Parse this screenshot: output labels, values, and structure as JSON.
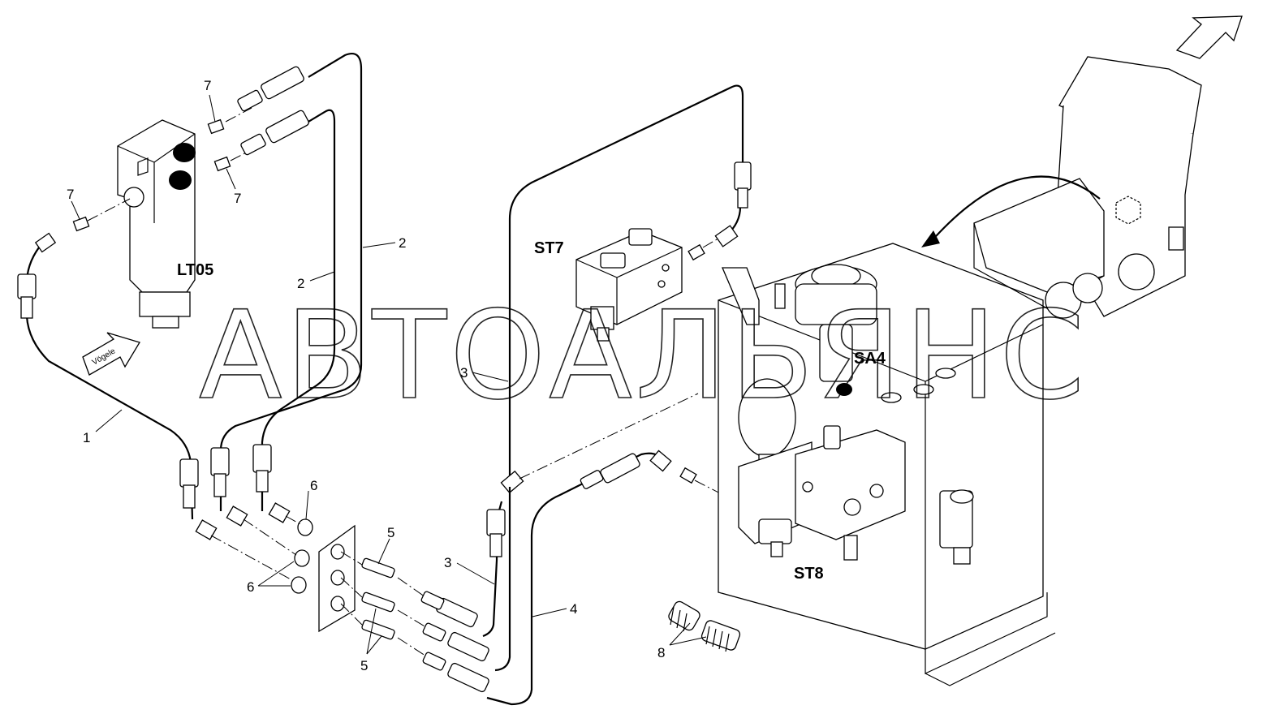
{
  "watermark": "АВТОАЛЬЯНС",
  "components": {
    "lt05": "LT05",
    "st7": "ST7",
    "st8": "ST8",
    "sa4": "SA4"
  },
  "callouts": {
    "c1": "1",
    "c2a": "2",
    "c2b": "2",
    "c3a": "3",
    "c3b": "3",
    "c4": "4",
    "c5a": "5",
    "c5b": "5",
    "c6a": "6",
    "c6b": "6",
    "c7a": "7",
    "c7b": "7",
    "c7c": "7",
    "c8": "8"
  },
  "logo_arrow_text": "Vögele"
}
